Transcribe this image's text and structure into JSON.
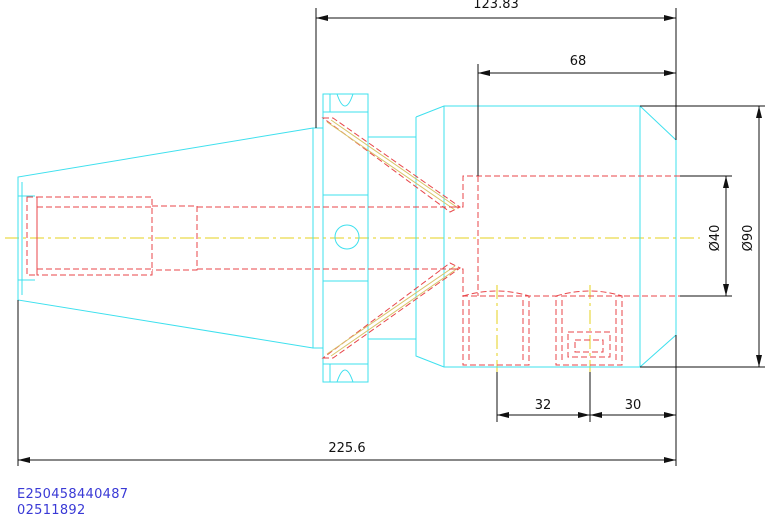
{
  "drawing": {
    "dimensions": {
      "overall_length": "225.6",
      "length_to_flange": "123.83",
      "bore_depth": "68",
      "diameter_outer": "Ø90",
      "diameter_bore": "Ø40",
      "slot_spacing": "32",
      "slot_offset": "30"
    },
    "colors": {
      "outline": "#3ee0ee",
      "hidden": "#e8464a",
      "centerline": "#e6d21e",
      "dimension": "#111111",
      "id_text": "#3a3ad6"
    }
  },
  "identifiers": {
    "code1": "E250458440487",
    "code2": "02511892"
  }
}
